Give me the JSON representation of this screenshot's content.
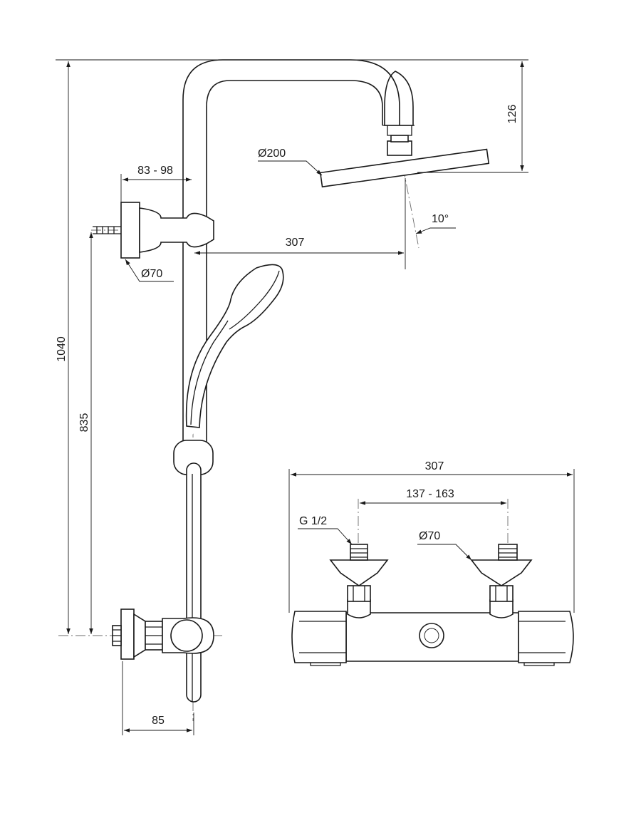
{
  "dimensions": {
    "total_height": "1040",
    "outlet_height": "835",
    "head_drop": "126",
    "bracket_offset": "83 - 98",
    "head_diameter": "Ø200",
    "head_tilt": "10°",
    "head_reach": "307",
    "bracket_diameter": "Ø70",
    "valve_depth": "85",
    "valve_width": "307",
    "inlet_centres": "137 - 163",
    "inlet_thread": "G 1/2",
    "escutcheon_diameter": "Ø70"
  },
  "colors": {
    "line": "#1a1a1a",
    "center_line": "#6b6b6b",
    "background": "#ffffff"
  }
}
